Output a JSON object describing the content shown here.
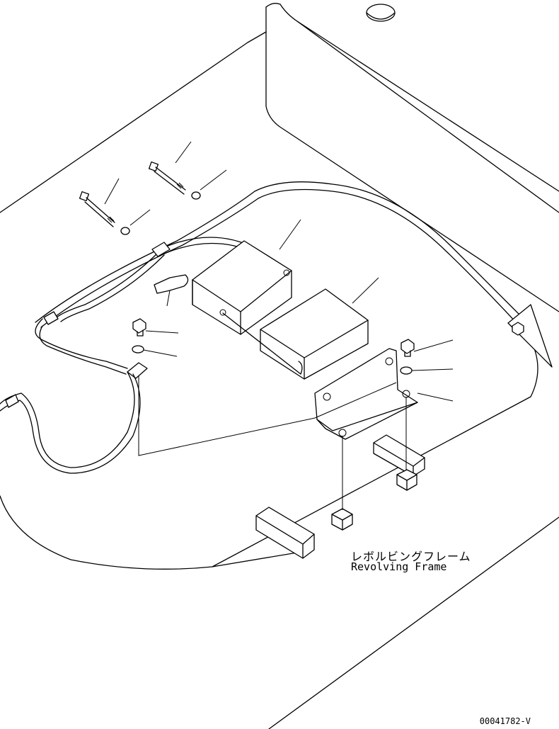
{
  "labels": {
    "frame_jp": "レボルビングフレーム",
    "frame_en": "Revolving Frame"
  },
  "drawing_number": "00041782-V",
  "colors": {
    "line": "#000000",
    "background": "#ffffff"
  }
}
